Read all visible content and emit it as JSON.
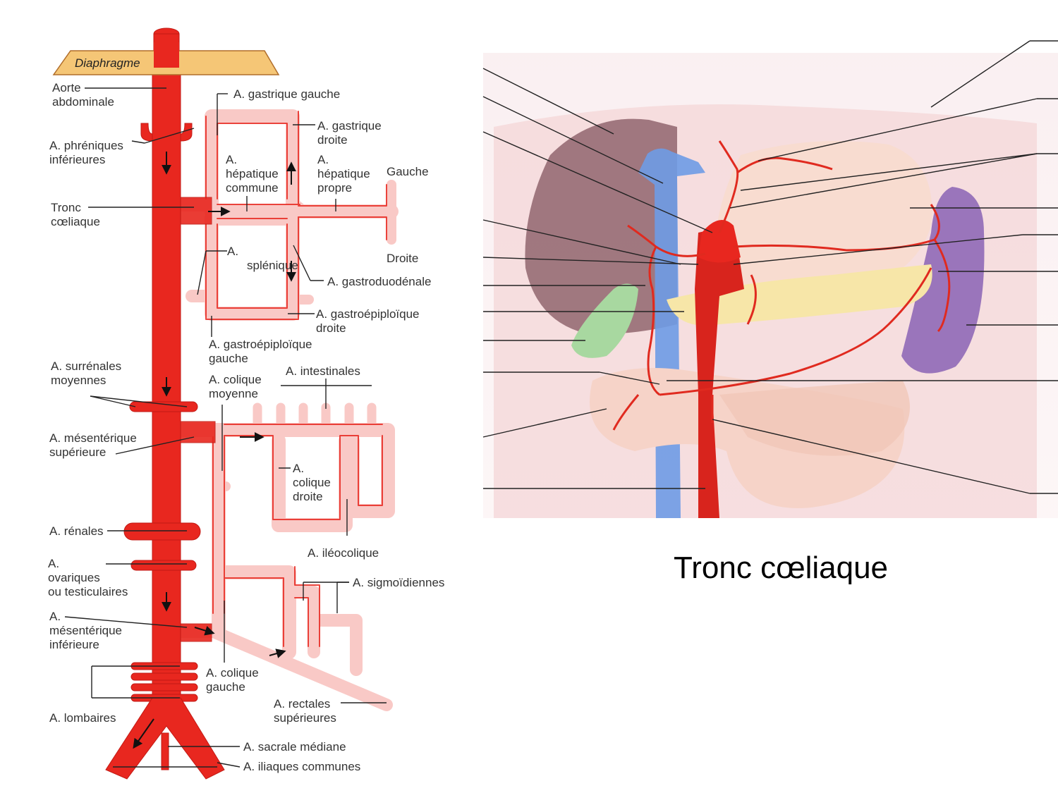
{
  "colors": {
    "artery": "#e8271f",
    "artery_light": "#f9c9c6",
    "artery_pale": "#fde3e1",
    "diaphragm": "#f5c676",
    "vein": "#6e9be6",
    "spleen": "#8a63b5",
    "liver": "#8b5e66",
    "gallbladder": "#a8d8a0",
    "pancreas": "#f7e6a8"
  },
  "schema": {
    "diaphragm": "Diaphragme",
    "labels": {
      "aorte": [
        "Aorte",
        "abdominale"
      ],
      "phreniques": [
        "A. phréniques",
        "inférieures"
      ],
      "tronc": [
        "Tronc",
        "cœliaque"
      ],
      "gastrique_gauche": "A. gastrique gauche",
      "gastrique_droite": [
        "A. gastrique",
        "droite"
      ],
      "hepatique_commune": [
        "A.",
        "hépatique",
        "commune"
      ],
      "hepatique_propre": [
        "A.",
        "hépatique",
        "propre"
      ],
      "gauche": "Gauche",
      "droite": "Droite",
      "splenique": [
        "A.",
        "splénique"
      ],
      "gastroduodenale": "A. gastroduodénale",
      "gastroepiploique_droite": [
        "A. gastroépiploïque",
        "droite"
      ],
      "gastroepiploique_gauche": [
        "A. gastroépiploïque",
        "gauche"
      ],
      "surrenales": [
        "A. surrénales",
        "moyennes"
      ],
      "colique_moyenne": [
        "A. colique",
        "moyenne"
      ],
      "intestinales": "A. intestinales",
      "mesenterique_sup": [
        "A. mésentérique",
        "supérieure"
      ],
      "colique_droite": [
        "A.",
        "colique",
        "droite"
      ],
      "renales": "A. rénales",
      "ileocolique": "A. iléocolique",
      "ovariques": [
        "A.",
        "ovariques",
        "ou testiculaires"
      ],
      "sigmoidiennes": "A. sigmoïdiennes",
      "mesenterique_inf": [
        "A.",
        "mésentérique",
        "inférieure"
      ],
      "colique_gauche": [
        "A. colique",
        "gauche"
      ],
      "rectales": [
        "A. rectales",
        "supérieures"
      ],
      "lombaires": "A. lombaires",
      "sacrale": "A. sacrale médiane",
      "iliaques": "A. iliaques communes"
    }
  },
  "illustration": {
    "caption": "Tronc cœliaque"
  }
}
